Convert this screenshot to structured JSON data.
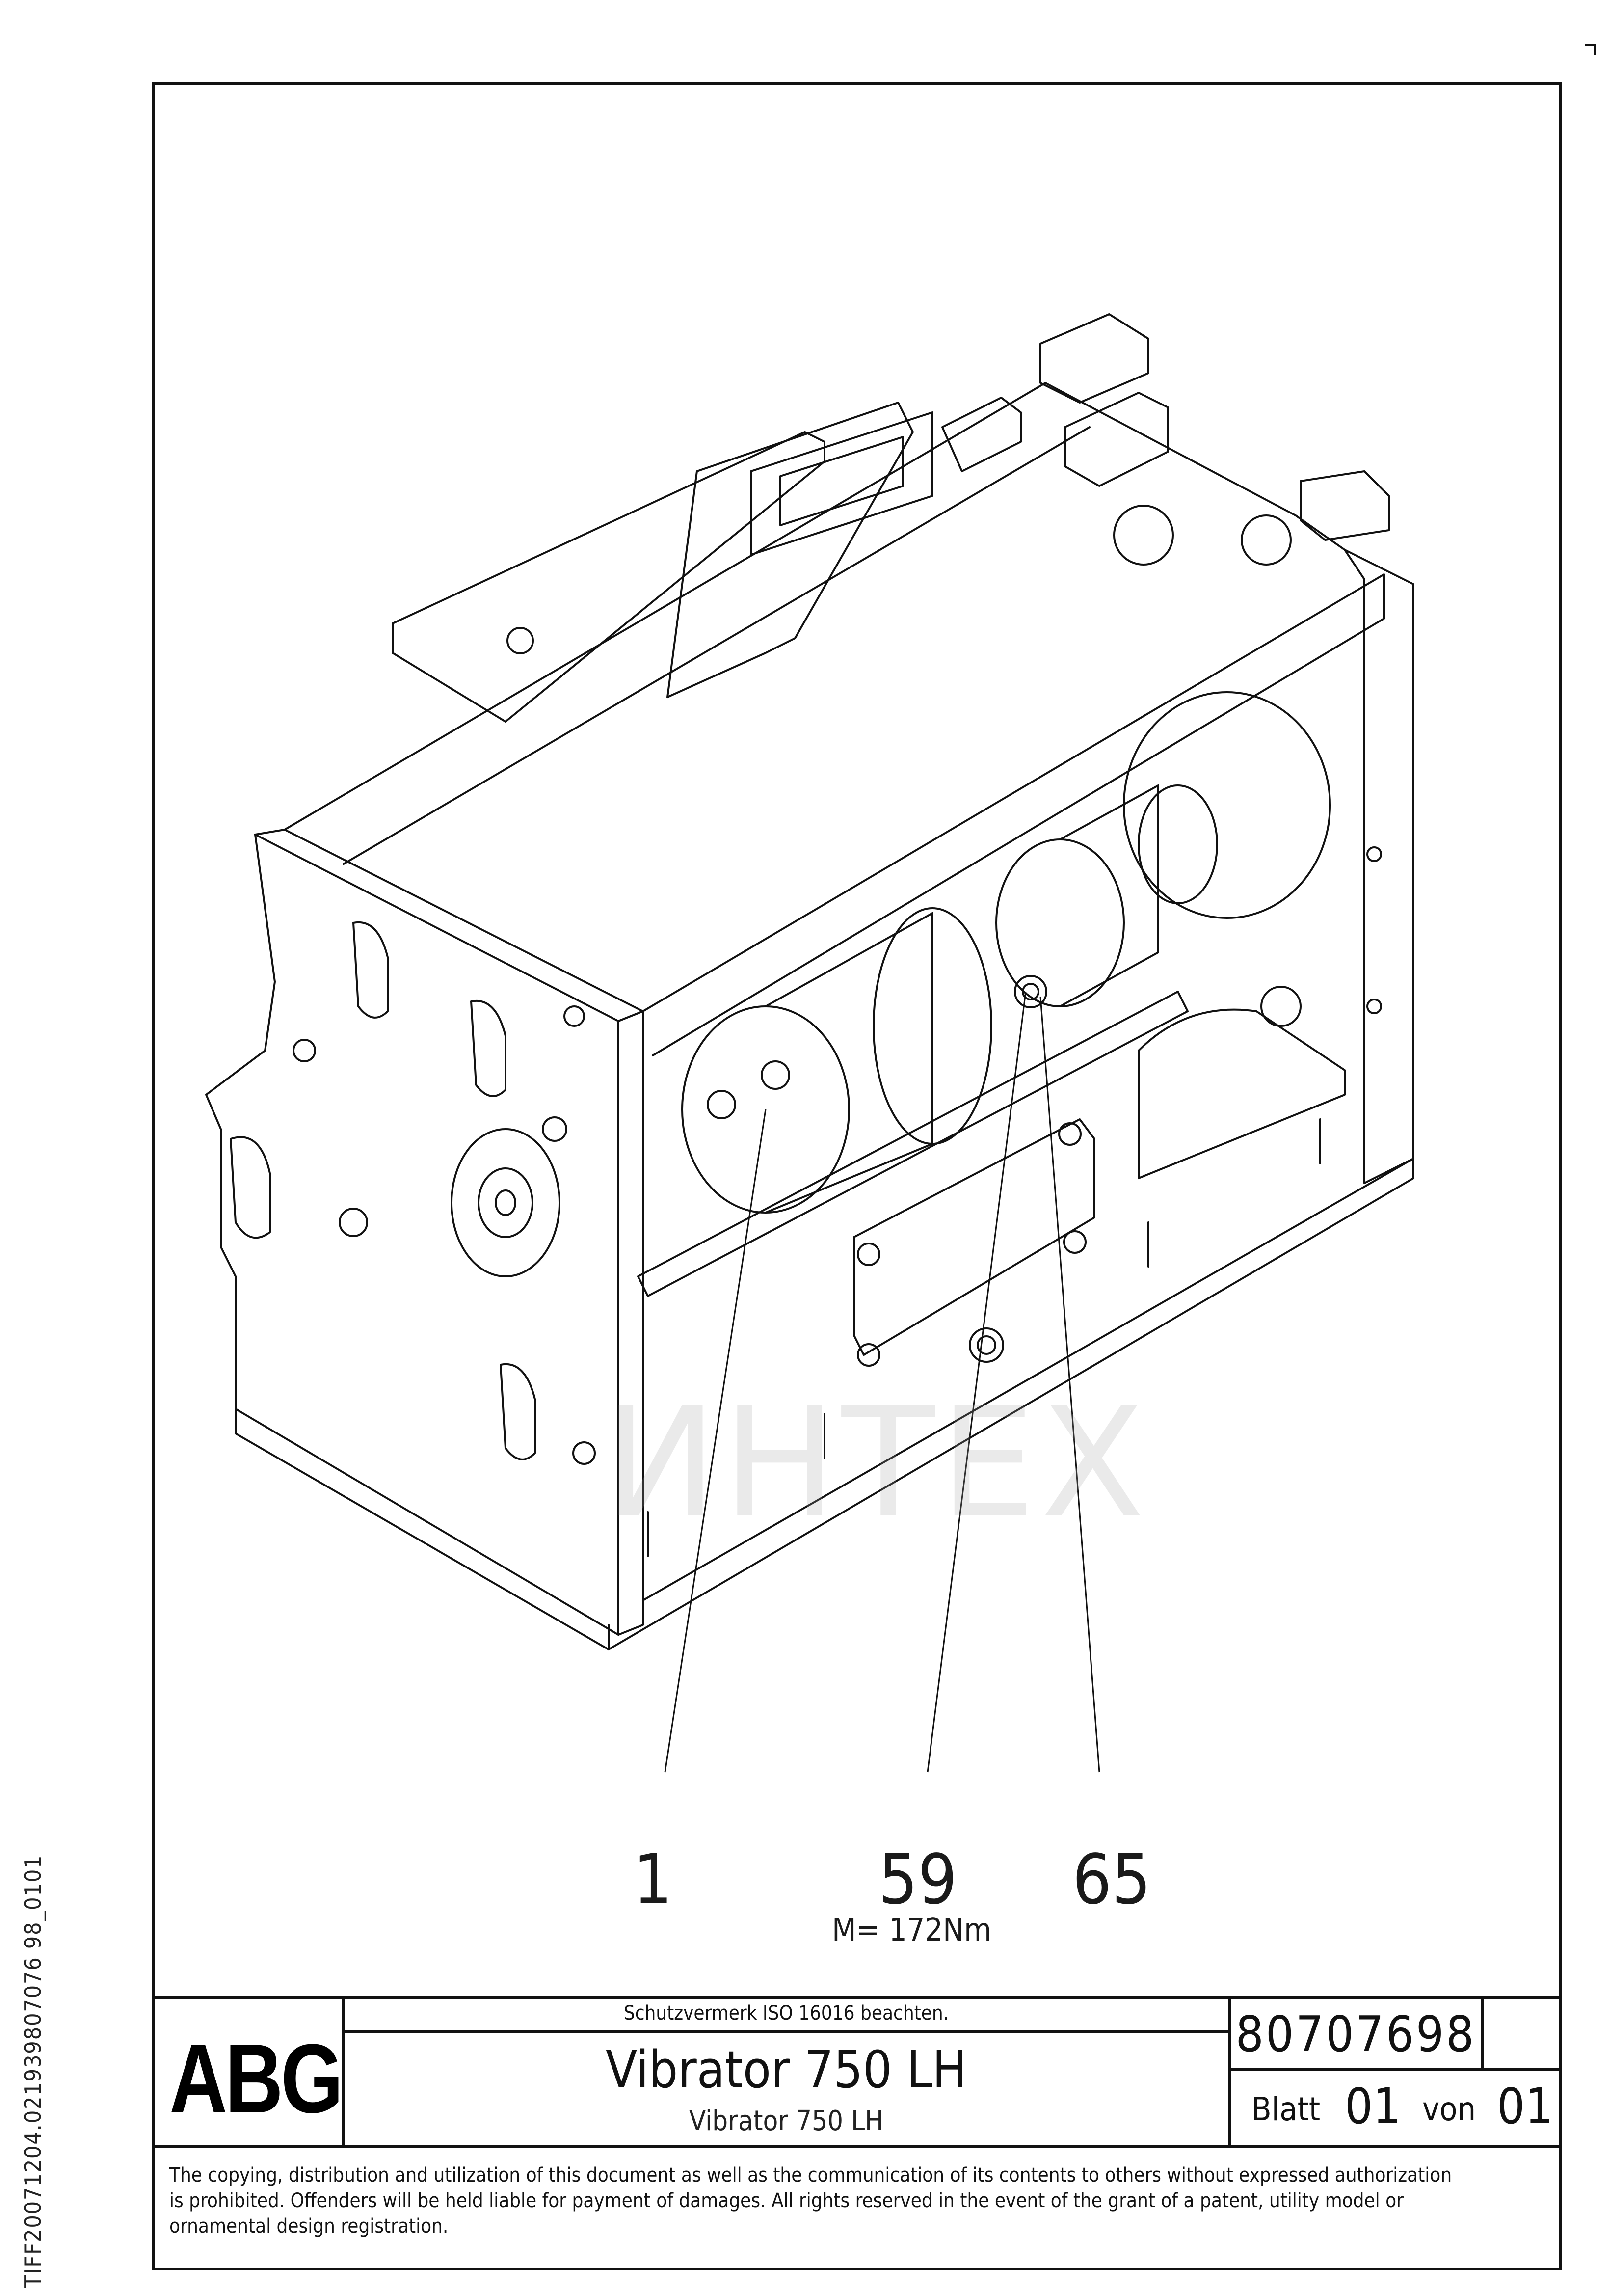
{
  "drawing": {
    "callouts": [
      {
        "label": "1"
      },
      {
        "label": "59",
        "torque": "M= 172Nm"
      },
      {
        "label": "65"
      }
    ],
    "watermark": "ИНТЕХ"
  },
  "title_block": {
    "logo": "ABG",
    "protection_note": "Schutzvermerk ISO 16016 beachten.",
    "title": "Vibrator 750 LH",
    "subtitle": "Vibrator 750 LH",
    "document_number": "80707698",
    "sheet_label": "Blatt",
    "sheet_number": "01",
    "of_label": "von",
    "total_sheets": "01"
  },
  "copyright": {
    "line1": "The copying, distribution and utilization of this document as well as the communication of its contents to others without expressed authorization",
    "line2": "is prohibited. Offenders will be held liable for payment of damages. All rights reserved in the event of the grant of a patent, utility model or",
    "line3": "ornamental design registration."
  },
  "side_code": "TIFF20071204.021939807076 98_0101"
}
